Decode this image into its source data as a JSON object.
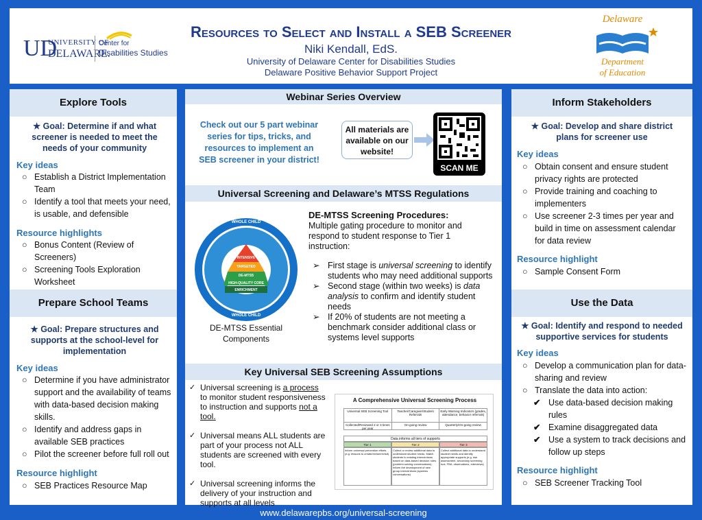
{
  "header": {
    "title": "Resources to Select and Install a SEB Screener",
    "author": "Niki Kendall, EdS.",
    "affiliation1": "University of Delaware Center for Disabilities Studies",
    "affiliation2": "Delaware Positive Behavior Support Project",
    "ud_logo_text1": "UNIVERSITY OF",
    "ud_logo_text2": "DELAWARE.",
    "cds_line1": "Center for",
    "cds_line2": "Disabilities Studies",
    "doe_line1": "Delaware",
    "doe_line2": "Department",
    "doe_line3": "of Education"
  },
  "explore": {
    "title": "Explore Tools",
    "goal": "★ Goal: Determine if and what screener is needed to meet the needs of your community",
    "key_ideas_label": "Key ideas",
    "key_ideas": [
      "Establish a District Implementation Team",
      "Identify a tool that meets your need, is usable, and defensible"
    ],
    "resource_label": "Resource highlights",
    "resources": [
      "Bonus Content (Review of Screeners)",
      "Screening Tools Exploration Worksheet"
    ]
  },
  "prepare": {
    "title": "Prepare School Teams",
    "goal": "★ Goal: Prepare structures and supports at the school-level for implementation",
    "key_ideas_label": "Key ideas",
    "key_ideas": [
      "Determine if you have administrator support and the availability of teams with data-based decision making skills.",
      "Identify and address gaps in available SEB practices",
      "Pilot the screener before full roll out"
    ],
    "resource_label": "Resource highlight",
    "resources": [
      "SEB Practices Resource Map"
    ]
  },
  "webinar": {
    "title": "Webinar Series Overview",
    "text": "Check out our 5 part webinar series for tips, tricks, and resources to implement an SEB screener in your district!",
    "callout": "All materials are available on our website!",
    "scan_label": "SCAN ME"
  },
  "mtss": {
    "title": "Universal Screening and Delaware’s MTSS Regulations",
    "heading": "DE-MTSS Screening Procedures:",
    "intro": "Multiple gating procedure to monitor and respond to student response to Tier 1 instruction:",
    "items": [
      {
        "pre": "First stage is ",
        "em": "universal screening",
        "post": " to identify students who may need additional supports"
      },
      {
        "pre": "Second stage (within two weeks) is ",
        "em": "data analysis",
        "post": " to confirm and identify student needs"
      },
      {
        "pre": "If 20% of students are not meeting a benchmark consider additional class or systems level supports",
        "em": "",
        "post": ""
      }
    ],
    "diagram_caption": "DE-MTSS Essential Components",
    "wheel_top": "WHOLE CHILD",
    "wheel_bottom": "WHOLE CHILD",
    "pyr_intensive": "INTENSIVE",
    "pyr_targeted": "TARGETED",
    "pyr_demtss": "DE-MTSS",
    "pyr_core": "HIGH-QUALITY CORE",
    "pyr_enrichment": "ENRICHMENT"
  },
  "assumptions": {
    "title": "Key Universal SEB Screening Assumptions",
    "items": [
      {
        "pre": "Universal screening is ",
        "u1": "a process",
        "mid": " to monitor student responsiveness to instruction and supports ",
        "u2": "not a tool.",
        "post": ""
      },
      {
        "pre": "Universal means ALL students are part of your process not ALL students are screened with every tool.",
        "u1": "",
        "mid": "",
        "u2": "",
        "post": ""
      },
      {
        "pre": "Universal screening informs the delivery of your instruction and supports at all levels",
        "u1": "",
        "mid": "",
        "u2": "",
        "post": ""
      }
    ],
    "process_title": "A Comprehensive Universal Screening Process",
    "process_headers": [
      "Universal SEB Screening Tool",
      "Teacher/Caregiver/Student Referrals",
      "Early Warning Indicators (grades, attendance, behavior referrals)"
    ],
    "process_row": [
      "Collected/Reviewed 2 or 3 times per year",
      "On-going review",
      "Quarterly/On-going review"
    ],
    "tiers_banner": "Data informs all tiers of supports",
    "tiers": [
      "Tier 1",
      "Tier 2",
      "Tier 3"
    ],
    "tier_text": [
      "Inform universal prevention efforts (e.g. lessons to create/revise/revisit)",
      "Collect or review additional data to understand student needs. Match students to existing interventions based on data-based decision rules (problem solving conversations). Inform the development of new group interventions (systems conversations)",
      "Collect additional data to understand student needs and identify appropriate supports (e.g. risk assessment, secondary screening tool, FBA, observations, interviews)"
    ]
  },
  "inform": {
    "title": "Inform Stakeholders",
    "goal": "★ Goal: Develop and share district plans for screener use",
    "key_ideas_label": "Key ideas",
    "key_ideas": [
      "Obtain consent and ensure student privacy rights are protected",
      "Provide training and coaching to implementers",
      "Use screener 2-3 times per year and build in time on assessment calendar for data review"
    ],
    "resource_label": "Resource highlight",
    "resources": [
      "Sample Consent Form"
    ]
  },
  "usedata": {
    "title": "Use the Data",
    "goal": "★ Goal: Identify and respond to needed supportive services for students",
    "key_ideas_label": "Key ideas",
    "key_ideas": [
      "Develop a communication plan for data-sharing and review",
      "Translate the data into action:"
    ],
    "sub_ideas": [
      "Use data-based decision making rules",
      "Examine disaggregated data",
      "Use a system to track decisions and follow up steps"
    ],
    "resource_label": "Resource highlight",
    "resources": [
      "SEB Screener Tracking Tool"
    ]
  },
  "footer": {
    "url": "www.delawarepbs.org/universal-screening"
  },
  "colors": {
    "background": "#1a5fc8",
    "panel_header": "#dbe6f4",
    "accent": "#2e75b6",
    "goal": "#1f3a6e"
  }
}
